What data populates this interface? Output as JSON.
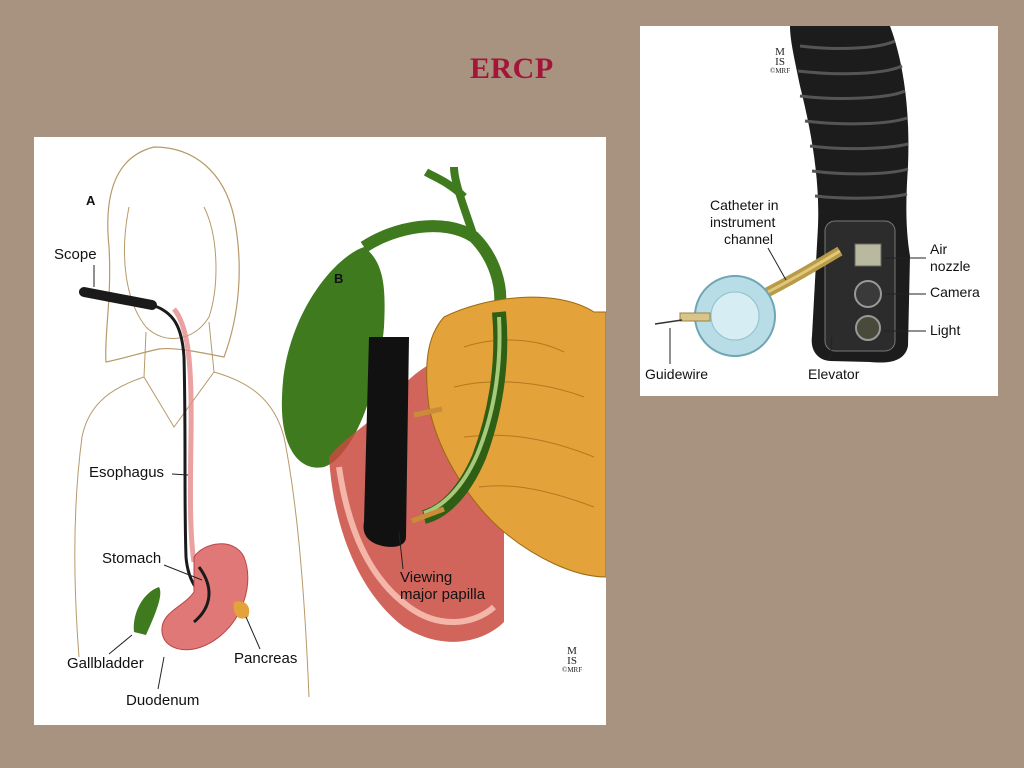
{
  "slide": {
    "title": "ERCP"
  },
  "left_panel": {
    "panel_a_letter": "A",
    "panel_b_letter": "B",
    "labels": {
      "scope": "Scope",
      "esophagus": "Esophagus",
      "stomach": "Stomach",
      "gallbladder": "Gallbladder",
      "pancreas": "Pancreas",
      "duodenum": "Duodenum",
      "viewing_line1": "Viewing",
      "viewing_line2": "major papilla"
    },
    "watermark_line1": "M",
    "watermark_line2": "IS",
    "watermark_line3": "©MRF"
  },
  "right_panel": {
    "labels": {
      "catheter_line1": "Catheter in",
      "catheter_line2": "instrument",
      "catheter_line3": "channel",
      "air_line1": "Air",
      "air_line2": "nozzle",
      "camera": "Camera",
      "light": "Light",
      "guidewire": "Guidewire",
      "elevator": "Elevator"
    },
    "watermark_line1": "M",
    "watermark_line2": "IS",
    "watermark_line3": "©MRF"
  },
  "colors": {
    "background": "#a89280",
    "title": "#a3163a",
    "gallbladder_green": "#3f7a1e",
    "pancreas_orange": "#e3a23a",
    "stomach_red": "#e07878",
    "scope_black": "#1a1a1a"
  }
}
